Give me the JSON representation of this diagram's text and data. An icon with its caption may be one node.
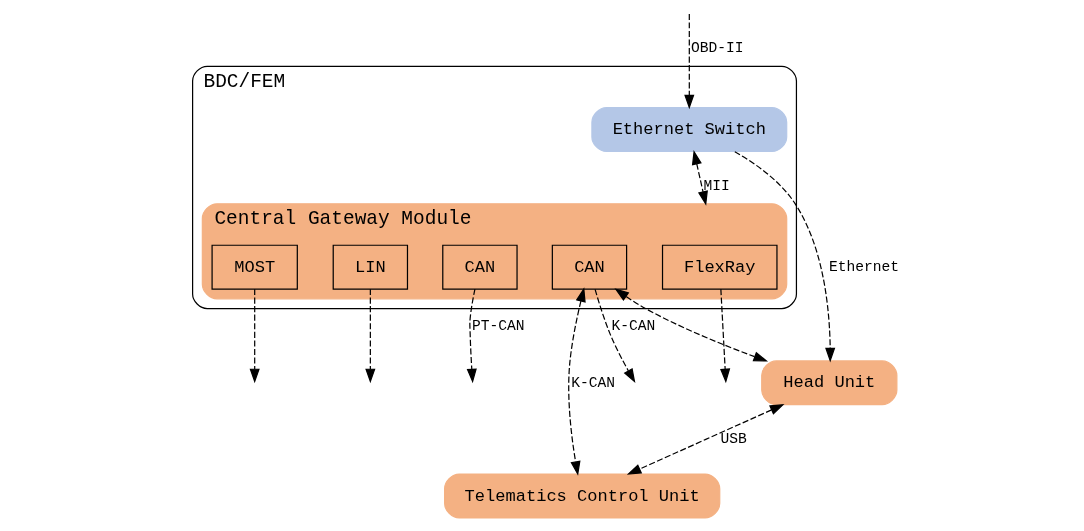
{
  "diagram": {
    "nodes": [
      {
        "text": [
          "BDC/FEM"
        ]
      },
      {
        "text": [
          "Ethernet Switch"
        ],
        "in": 0
      },
      {
        "text": [
          "Central Gateway Module"
        ],
        "in": 0
      },
      {
        "text": [
          "FlexRay"
        ],
        "in": 2
      },
      {
        "text": [
          "MOST"
        ],
        "in": 2
      },
      {
        "text": [
          "LIN"
        ],
        "in": 2
      },
      {
        "text": [
          "CAN"
        ],
        "in": 2
      },
      {
        "text": [
          "CAN"
        ],
        "in": 2
      },
      {
        "text": [
          "Head Unit"
        ]
      },
      {
        "text": [
          "Telematics Control Unit"
        ]
      }
    ],
    "edges": [
      {
        "from": null,
        "to": 1,
        "arrow": "to",
        "label": "OBD-II",
        "style": "dashed"
      },
      {
        "from": 1,
        "to": 8,
        "arrow": "to",
        "label": "Ethernet",
        "style": "dashed"
      },
      {
        "from": 8,
        "to": 9,
        "arrow": "both",
        "label": "USB",
        "style": "dashed"
      },
      {
        "from": 1,
        "to": 2,
        "arrow": "both",
        "label": "MII",
        "style": "dashed"
      },
      {
        "from": 7,
        "to": 9,
        "arrow": "both",
        "label": "K-CAN",
        "style": "dashed"
      },
      {
        "from": 7,
        "to": 8,
        "arrow": "both",
        "style": "dashed"
      },
      {
        "from": 3,
        "to": null,
        "arrow": "to",
        "style": "dashed"
      },
      {
        "from": 4,
        "to": null,
        "arrow": "to",
        "style": "dashed"
      },
      {
        "from": 5,
        "to": null,
        "arrow": "to",
        "style": "dashed"
      },
      {
        "from": 6,
        "to": null,
        "arrow": "to",
        "label": "PT-CAN",
        "style": "dashed"
      },
      {
        "from": 7,
        "to": null,
        "arrow": "to",
        "label": "K-CAN",
        "style": "dashed"
      }
    ]
  }
}
